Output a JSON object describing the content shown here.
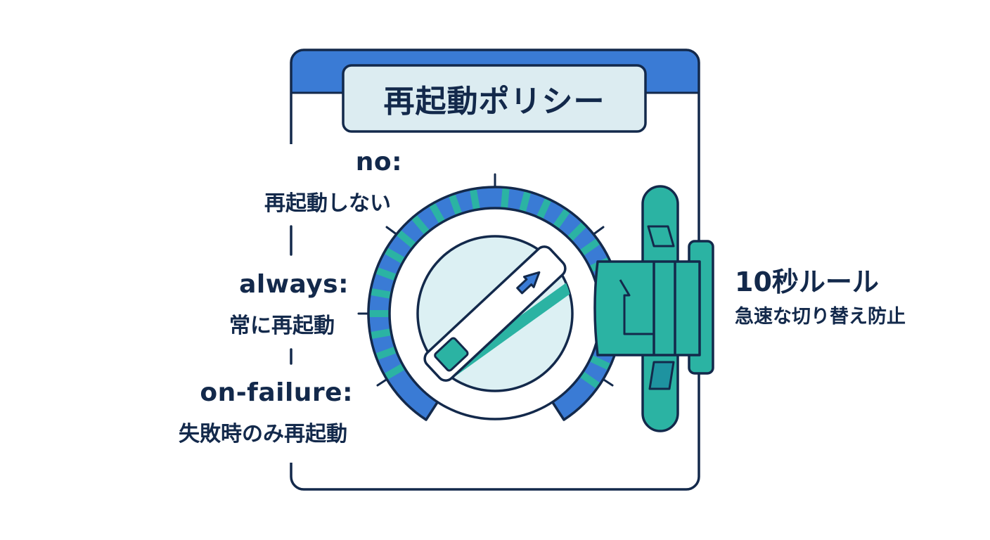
{
  "title": "再起動ポリシー",
  "policies": [
    {
      "key": "no:",
      "description": "再起動しない"
    },
    {
      "key": "always:",
      "description": "常に再起動"
    },
    {
      "key": "on-failure:",
      "description": "失敗時のみ再起動"
    }
  ],
  "rule": {
    "title": "10秒ルール",
    "description": "急速な切り替え防止"
  },
  "icons": {
    "dial": "rotary-dial-icon",
    "arrow": "arrow-up-right-icon",
    "clamp": "clamp-latch-icon"
  },
  "colors": {
    "navy": "#13294b",
    "blue": "#3a7bd5",
    "teal": "#2bb3a3",
    "light_teal": "#dcf0f3",
    "title_bg": "#dcecf1",
    "background": "#ffffff"
  }
}
